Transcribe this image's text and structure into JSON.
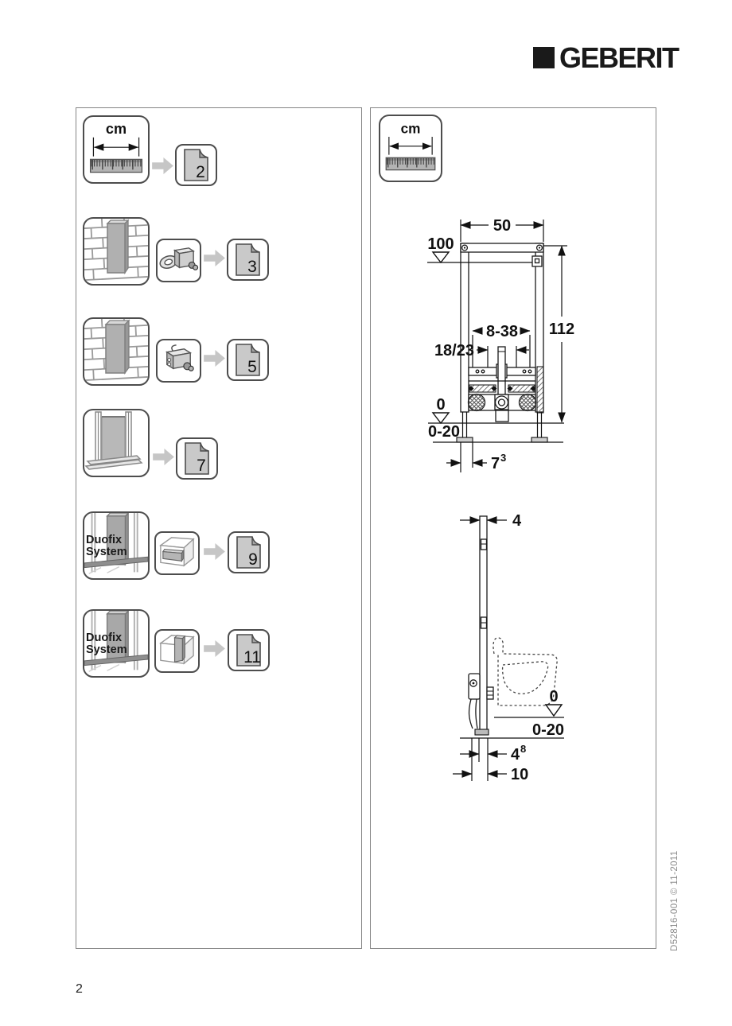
{
  "logo": {
    "brand": "GEBERIT"
  },
  "measure_unit": {
    "label": "cm"
  },
  "colors": {
    "ink": "#1a1a1a",
    "muted_arrow_gray": "#c6c6c6",
    "panel_border": "#858585",
    "fill_gray": "#b3b3b3"
  },
  "icons": {
    "measure": "ruler-cm-icon",
    "masonry": "brick-wall-icon",
    "bracket": "wall-bracket-icon",
    "bracket_compact": "wall-bracket-compact-icon",
    "stud": "stud-wall-icon",
    "duofix": "duofix-wall-icon",
    "insulation_panel": "panel-in-box-icon",
    "vertical_panel": "vertical-panel-in-box-icon",
    "page": "page-corner-icon",
    "arrow": "gray-arrow-right-icon",
    "level_marker": "level-triangle-icon"
  },
  "left_panel": {
    "rows": [
      {
        "name": "measure",
        "page": "2"
      },
      {
        "name": "masonry-wall-bracket",
        "page": "3"
      },
      {
        "name": "masonry-wall-bracket-compact",
        "page": "5"
      },
      {
        "name": "stud-wall",
        "page": "7"
      },
      {
        "name": "duofix-insulation-panel",
        "page": "9",
        "system_line1": "Duofix",
        "system_line2": "System"
      },
      {
        "name": "duofix-vertical-panel",
        "page": "11",
        "system_line1": "Duofix",
        "system_line2": "System"
      }
    ]
  },
  "front_view": {
    "width_cm": "50",
    "upper_level": "100",
    "height_cm": "112",
    "fixing_range": "8-38",
    "anchor_spacing": "18/23",
    "zero_level": "0",
    "floor_range": "0-20",
    "foot_offset": {
      "base": "7",
      "sup": "3"
    }
  },
  "side_view": {
    "profile_depth": "4",
    "zero_level": "0",
    "floor_range": "0-20",
    "front_offset": {
      "base": "4",
      "sup": "8"
    },
    "foot_depth": "10"
  },
  "footer": {
    "page_number": "2",
    "doc_code": "D52816-001 © 11-2011"
  }
}
